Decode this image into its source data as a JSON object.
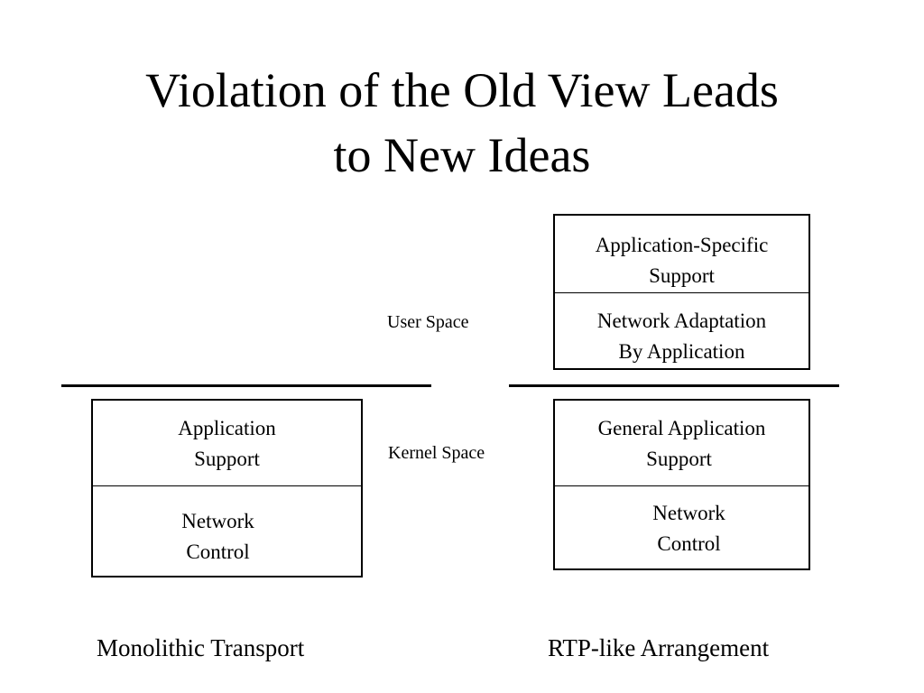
{
  "title": {
    "line1": "Violation of the Old View Leads",
    "line2": "to New Ideas"
  },
  "labels": {
    "user_space": "User Space",
    "kernel_space": "Kernel Space"
  },
  "monolithic": {
    "caption": "Monolithic Transport",
    "kernel_box": {
      "top": [
        "Application",
        "Support"
      ],
      "bottom": [
        "Network",
        "Control"
      ]
    }
  },
  "rtp": {
    "caption": "RTP-like Arrangement",
    "user_box": {
      "top": [
        "Application-Specific",
        "Support"
      ],
      "bottom": [
        "Network Adaptation",
        "By Application"
      ]
    },
    "kernel_box": {
      "top": [
        "General Application",
        "Support"
      ],
      "bottom": [
        "Network",
        "Control"
      ]
    }
  }
}
